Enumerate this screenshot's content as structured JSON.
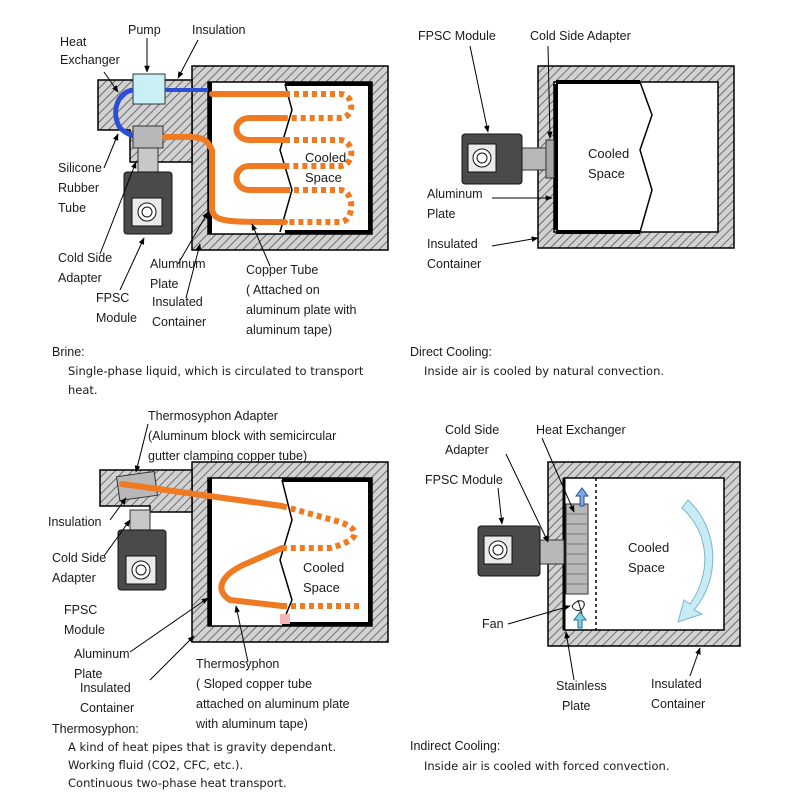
{
  "colors": {
    "tube": "#f07a22",
    "hatch_fill": "#cfcfcf",
    "hatch_line": "#555555",
    "wall": "#000000",
    "module_body": "#4a4a4a",
    "adapter": "#b8b8b8",
    "pump": "#c9f0f5",
    "brine_loop": "#2a4fd6",
    "flow_arrow": "#c8ecf5",
    "fan_pink": "#f3b5b5"
  },
  "panel_brine": {
    "labels": {
      "pump": "Pump",
      "insulation": "Insulation",
      "heat_exchanger_1": "Heat",
      "heat_exchanger_2": "Exchanger",
      "silicone_1": "Silicone",
      "silicone_2": "Rubber",
      "silicone_3": "Tube",
      "cold_side_1": "Cold Side",
      "cold_side_2": "Adapter",
      "fpsc_1": "FPSC",
      "fpsc_2": "Module",
      "aluminum_1": "Aluminum",
      "aluminum_2": "Plate",
      "insulated_1": "Insulated",
      "insulated_2": "Container",
      "copper_1": "Copper Tube",
      "copper_2": "(  Attached  on",
      "copper_3": "aluminum plate with",
      "copper_4": "aluminum tape)",
      "cooled_1": "Cooled",
      "cooled_2": "Space"
    },
    "caption": {
      "title": "Brine:",
      "line1": "Single-phase liquid, which is circulated to transport",
      "line2": "heat."
    }
  },
  "panel_direct": {
    "labels": {
      "fpsc": "FPSC Module",
      "cold_side": "Cold Side Adapter",
      "aluminum_1": "Aluminum",
      "aluminum_2": "Plate",
      "insulated_1": "Insulated",
      "insulated_2": "Container",
      "cooled_1": "Cooled",
      "cooled_2": "Space"
    },
    "caption": {
      "title": "Direct Cooling:",
      "line1": "Inside air is cooled by natural convection."
    }
  },
  "panel_thermo": {
    "labels": {
      "adapter_title": "Thermosyphon Adapter",
      "adapter_2": "(Aluminum block with semicircular",
      "adapter_3": "gutter clamping copper tube)",
      "insulation": "Insulation",
      "cold_side_1": "Cold Side",
      "cold_side_2": "Adapter",
      "fpsc_1": "FPSC",
      "fpsc_2": "Module",
      "aluminum_1": "Aluminum",
      "aluminum_2": "Plate",
      "insulated_1": "Insulated",
      "insulated_2": "Container",
      "thermo_1": "Thermosyphon",
      "thermo_2": "(  Sloped  copper  tube",
      "thermo_3": "attached on aluminum plate",
      "thermo_4": "with aluminum tape)",
      "cooled_1": "Cooled",
      "cooled_2": "Space"
    },
    "caption": {
      "title": "Thermosyphon:",
      "line1": "A kind of heat pipes that is gravity dependant.",
      "line2": "Working fluid (CO2, CFC, etc.).",
      "line3": "Continuous two-phase heat transport."
    }
  },
  "panel_indirect": {
    "labels": {
      "cold_side_1": "Cold Side",
      "cold_side_2": "Adapter",
      "heat_exchanger": "Heat Exchanger",
      "fpsc": "FPSC Module",
      "fan": "Fan",
      "stainless_1": "Stainless",
      "stainless_2": "Plate",
      "insulated_1": "Insulated",
      "insulated_2": "Container",
      "cooled_1": "Cooled",
      "cooled_2": "Space"
    },
    "caption": {
      "title": "Indirect Cooling:",
      "line1": "Inside air is cooled with forced convection."
    }
  }
}
